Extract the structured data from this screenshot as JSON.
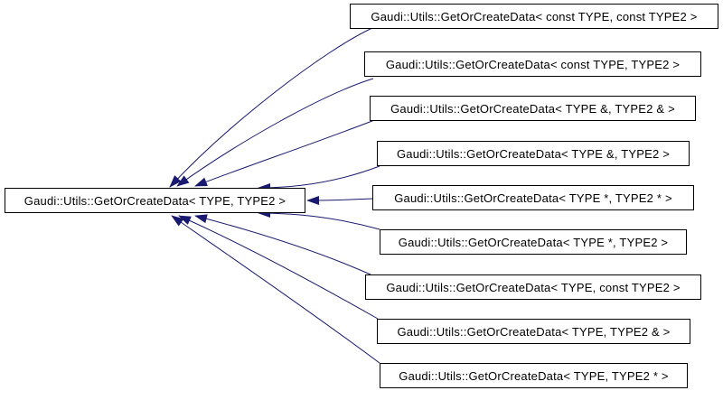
{
  "diagram": {
    "kind": "template-specialization-inheritance-graph",
    "colors": {
      "background": "#ffffff",
      "arrow": "#191970",
      "node_border": "#000000",
      "node_fill": "#ffffff",
      "node_text": "#000000"
    },
    "base": {
      "label": "Gaudi::Utils::GetOrCreateData< TYPE, TYPE2 >"
    },
    "specializations": [
      {
        "label": "Gaudi::Utils::GetOrCreateData< const TYPE, const TYPE2 >"
      },
      {
        "label": "Gaudi::Utils::GetOrCreateData< const TYPE, TYPE2 >"
      },
      {
        "label": "Gaudi::Utils::GetOrCreateData< TYPE &, TYPE2 & >"
      },
      {
        "label": "Gaudi::Utils::GetOrCreateData< TYPE &, TYPE2 >"
      },
      {
        "label": "Gaudi::Utils::GetOrCreateData< TYPE *, TYPE2 * >"
      },
      {
        "label": "Gaudi::Utils::GetOrCreateData< TYPE *, TYPE2 >"
      },
      {
        "label": "Gaudi::Utils::GetOrCreateData< TYPE, const TYPE2 >"
      },
      {
        "label": "Gaudi::Utils::GetOrCreateData< TYPE, TYPE2 & >"
      },
      {
        "label": "Gaudi::Utils::GetOrCreateData< TYPE, TYPE2 * >"
      }
    ],
    "edges": [
      {
        "source_specialization_index": 0,
        "target": "base"
      },
      {
        "source_specialization_index": 1,
        "target": "base"
      },
      {
        "source_specialization_index": 2,
        "target": "base"
      },
      {
        "source_specialization_index": 3,
        "target": "base"
      },
      {
        "source_specialization_index": 4,
        "target": "base"
      },
      {
        "source_specialization_index": 5,
        "target": "base"
      },
      {
        "source_specialization_index": 6,
        "target": "base"
      },
      {
        "source_specialization_index": 7,
        "target": "base"
      },
      {
        "source_specialization_index": 8,
        "target": "base"
      }
    ]
  }
}
